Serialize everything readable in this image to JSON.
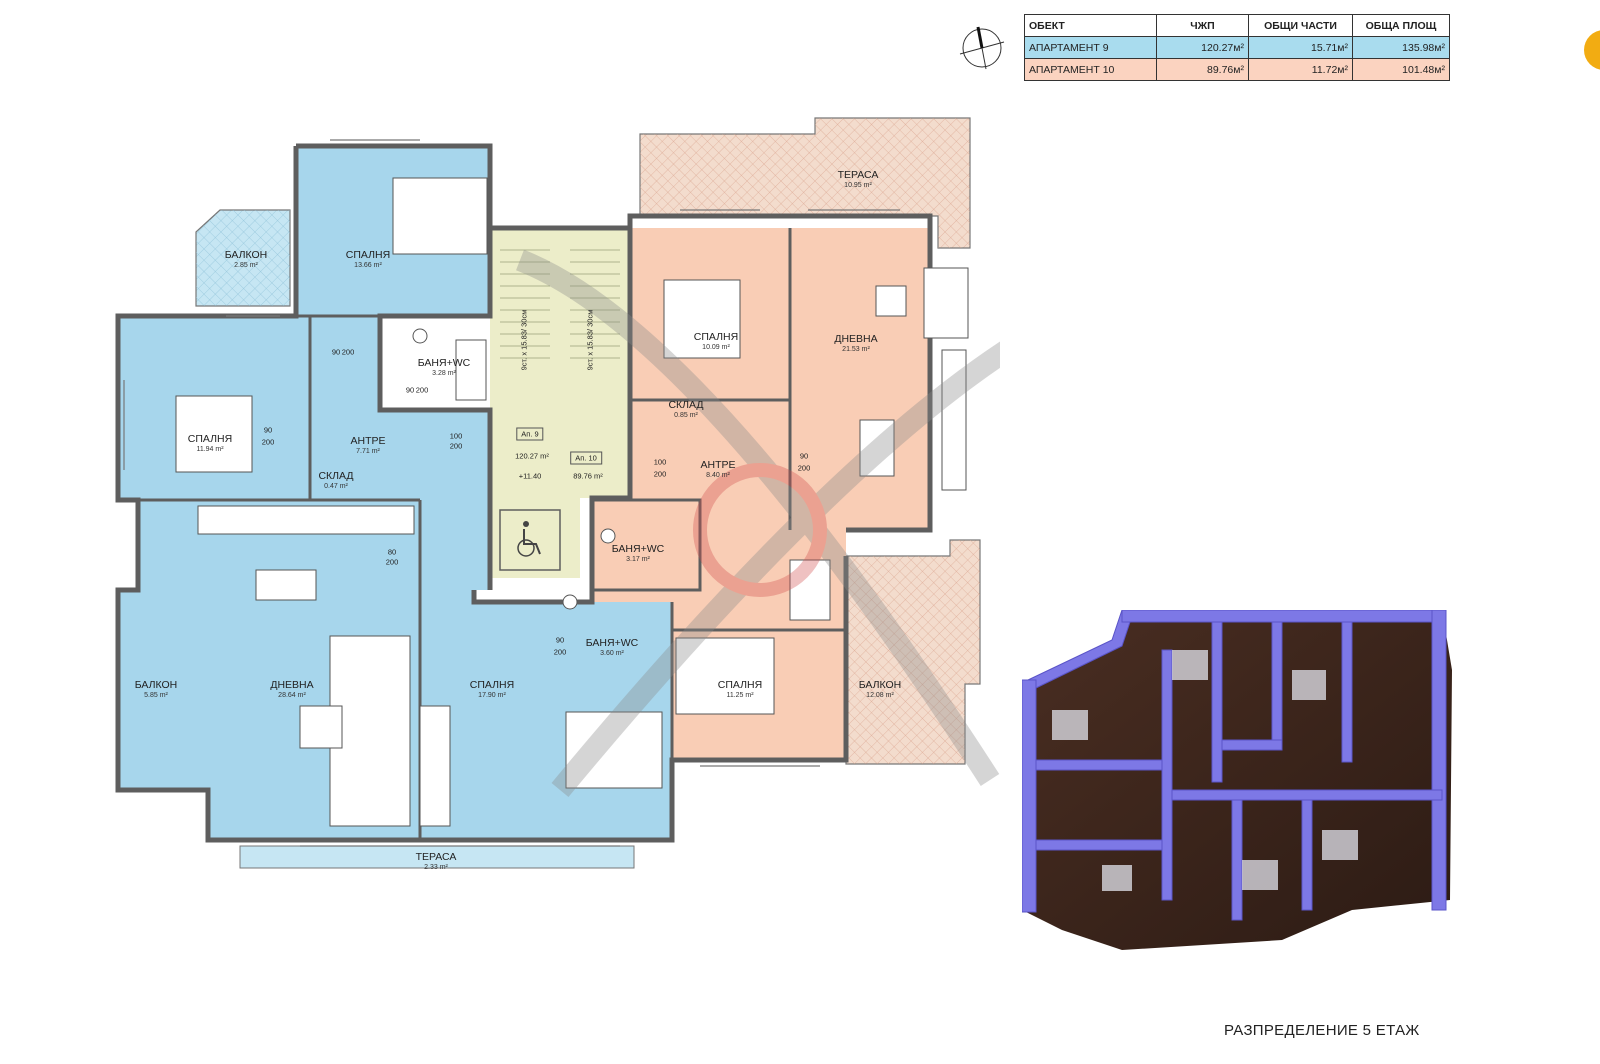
{
  "area_table": {
    "headers": [
      "ОБЕКТ",
      "ЧЖП",
      "ОБЩИ ЧАСТИ",
      "ОБЩА ПЛОЩ"
    ],
    "rows": [
      {
        "name": "АПАРТАМЕНТ 9",
        "cjp": "120.27м²",
        "common": "15.71м²",
        "total": "135.98м²",
        "color": "#a9dcee"
      },
      {
        "name": "АПАРТАМЕНТ 10",
        "cjp": "89.76м²",
        "common": "11.72м²",
        "total": "101.48м²",
        "color": "#fbd3c0"
      }
    ]
  },
  "colors": {
    "apt9": "#a7d6ec",
    "apt10": "#f9cdb5",
    "stair": "#ecedc9",
    "terrace": "#f3dccd",
    "balcony_blue": "#bfe2f1",
    "wall": "#5e5e5e",
    "accent": "#f2ac12",
    "render_wall": "#7d78e6"
  },
  "rooms": {
    "balkon_1": {
      "name": "БАЛКОН",
      "area": "2.85 m²"
    },
    "spalnia_1": {
      "name": "СПАЛНЯ",
      "area": "13.66 m²"
    },
    "spalnia_2": {
      "name": "СПАЛНЯ",
      "area": "11.94 m²"
    },
    "banya_1": {
      "name": "БАНЯ+WC",
      "area": "3.28 m²"
    },
    "antre_1": {
      "name": "АНТРЕ",
      "area": "7.71 m²"
    },
    "sklad_1": {
      "name": "СКЛАД",
      "area": "0.47 m²"
    },
    "balkon_2": {
      "name": "БАЛКОН",
      "area": "5.85 m²"
    },
    "dnevna_1": {
      "name": "ДНЕВНА",
      "area": "28.64 m²"
    },
    "banya_2": {
      "name": "БАНЯ+WC",
      "area": "3.60 m²"
    },
    "spalnia_3": {
      "name": "СПАЛНЯ",
      "area": "17.90 m²"
    },
    "terasa_1": {
      "name": "ТЕРАСА",
      "area": "2.33 m²"
    },
    "terasa_2": {
      "name": "ТЕРАСА",
      "area": "10.95 m²"
    },
    "spalnia_4": {
      "name": "СПАЛНЯ",
      "area": "10.09 m²"
    },
    "dnevna_2": {
      "name": "ДНЕВНА",
      "area": "21.53 m²"
    },
    "sklad_2": {
      "name": "СКЛАД",
      "area": "0.85 m²"
    },
    "antre_2": {
      "name": "АНТРЕ",
      "area": "8.40 m²"
    },
    "banya_3": {
      "name": "БАНЯ+WC",
      "area": "3.17 m²"
    },
    "spalnia_5": {
      "name": "СПАЛНЯ",
      "area": "11.25 m²"
    },
    "balkon_3": {
      "name": "БАЛКОН",
      "area": "12.08 m²"
    }
  },
  "stair_labels": {
    "left": "9ст. x 15.83/ 30см",
    "right": "9ст. x 15.83/ 30см"
  },
  "apartment_tags": {
    "apt9_label": "Ап. 9",
    "apt9_area": "120.27 m²",
    "level": "+11.40",
    "apt10_label": "Ап. 10",
    "apt10_area": "89.76 m²"
  },
  "door_dims": [
    "90",
    "200",
    "90",
    "200",
    "100",
    "200",
    "90",
    "200",
    "80",
    "200",
    "90",
    "200",
    "100",
    "200",
    "90",
    "200"
  ],
  "floor_caption": "РАЗПРЕДЕЛЕНИЕ 5 ЕТАЖ"
}
